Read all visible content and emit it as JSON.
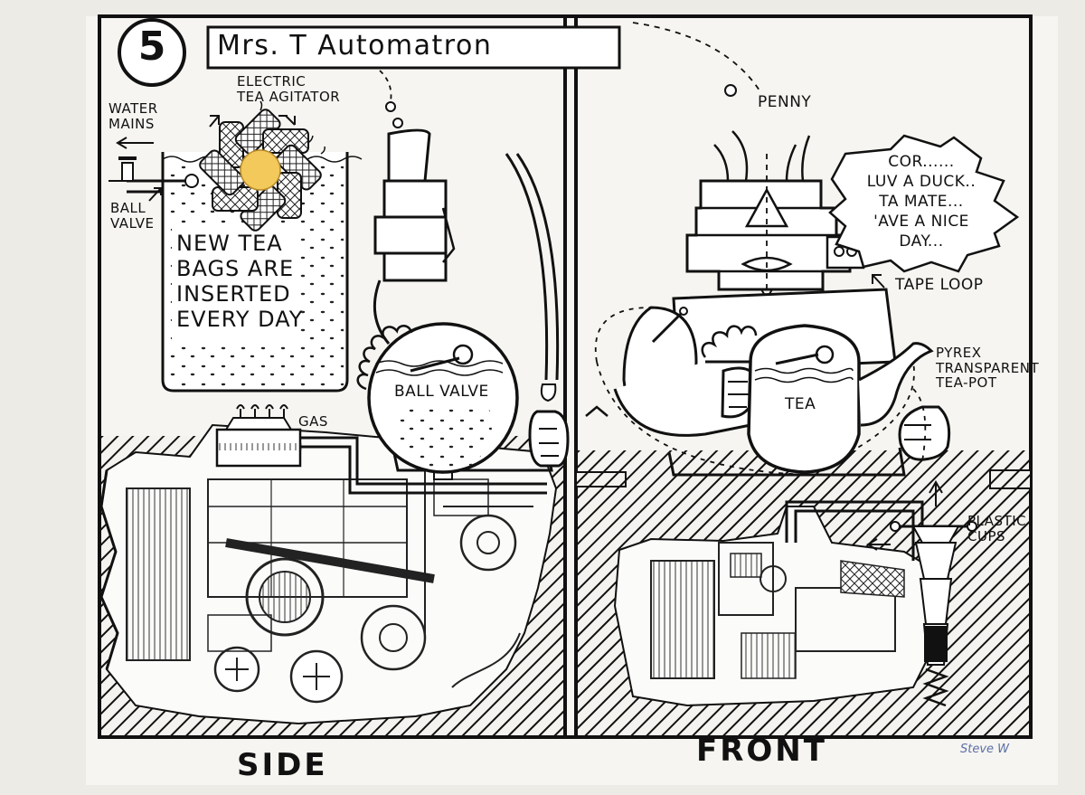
{
  "title": "Mrs. T Automatron",
  "panel_number": "5",
  "side_view": {
    "caption": "SIDE",
    "labels": {
      "water_mains": "WATER\nMAINS",
      "electric_tea_agitator": "ELECTRIC\nTEA AGITATOR",
      "ball_valve_left": "BALL\nVALVE",
      "new_tea_bags": "NEW TEA\nBAGS ARE\nINSERTED\nEVERY DAY",
      "ball_valve_pot": "BALL VALVE",
      "gas": "GAS"
    }
  },
  "front_view": {
    "caption": "FRONT",
    "labels": {
      "penny": "PENNY",
      "tape_loop": "TAPE LOOP",
      "pyrex": "PYREX\nTRANSPARENT\nTEA-POT",
      "tea": "TEA",
      "plastic_cups": "PLASTIC\nCUPS"
    },
    "speech_bubble": "COR......\nLUV A DUCK..\nTA MATE...\n'AVE A NICE\nDAY..."
  },
  "signature": "Steve W",
  "colors": {
    "ink": "#111111",
    "paper": "#ecebe6",
    "sun": "#f2c95a",
    "signature": "#5b6fa6"
  }
}
